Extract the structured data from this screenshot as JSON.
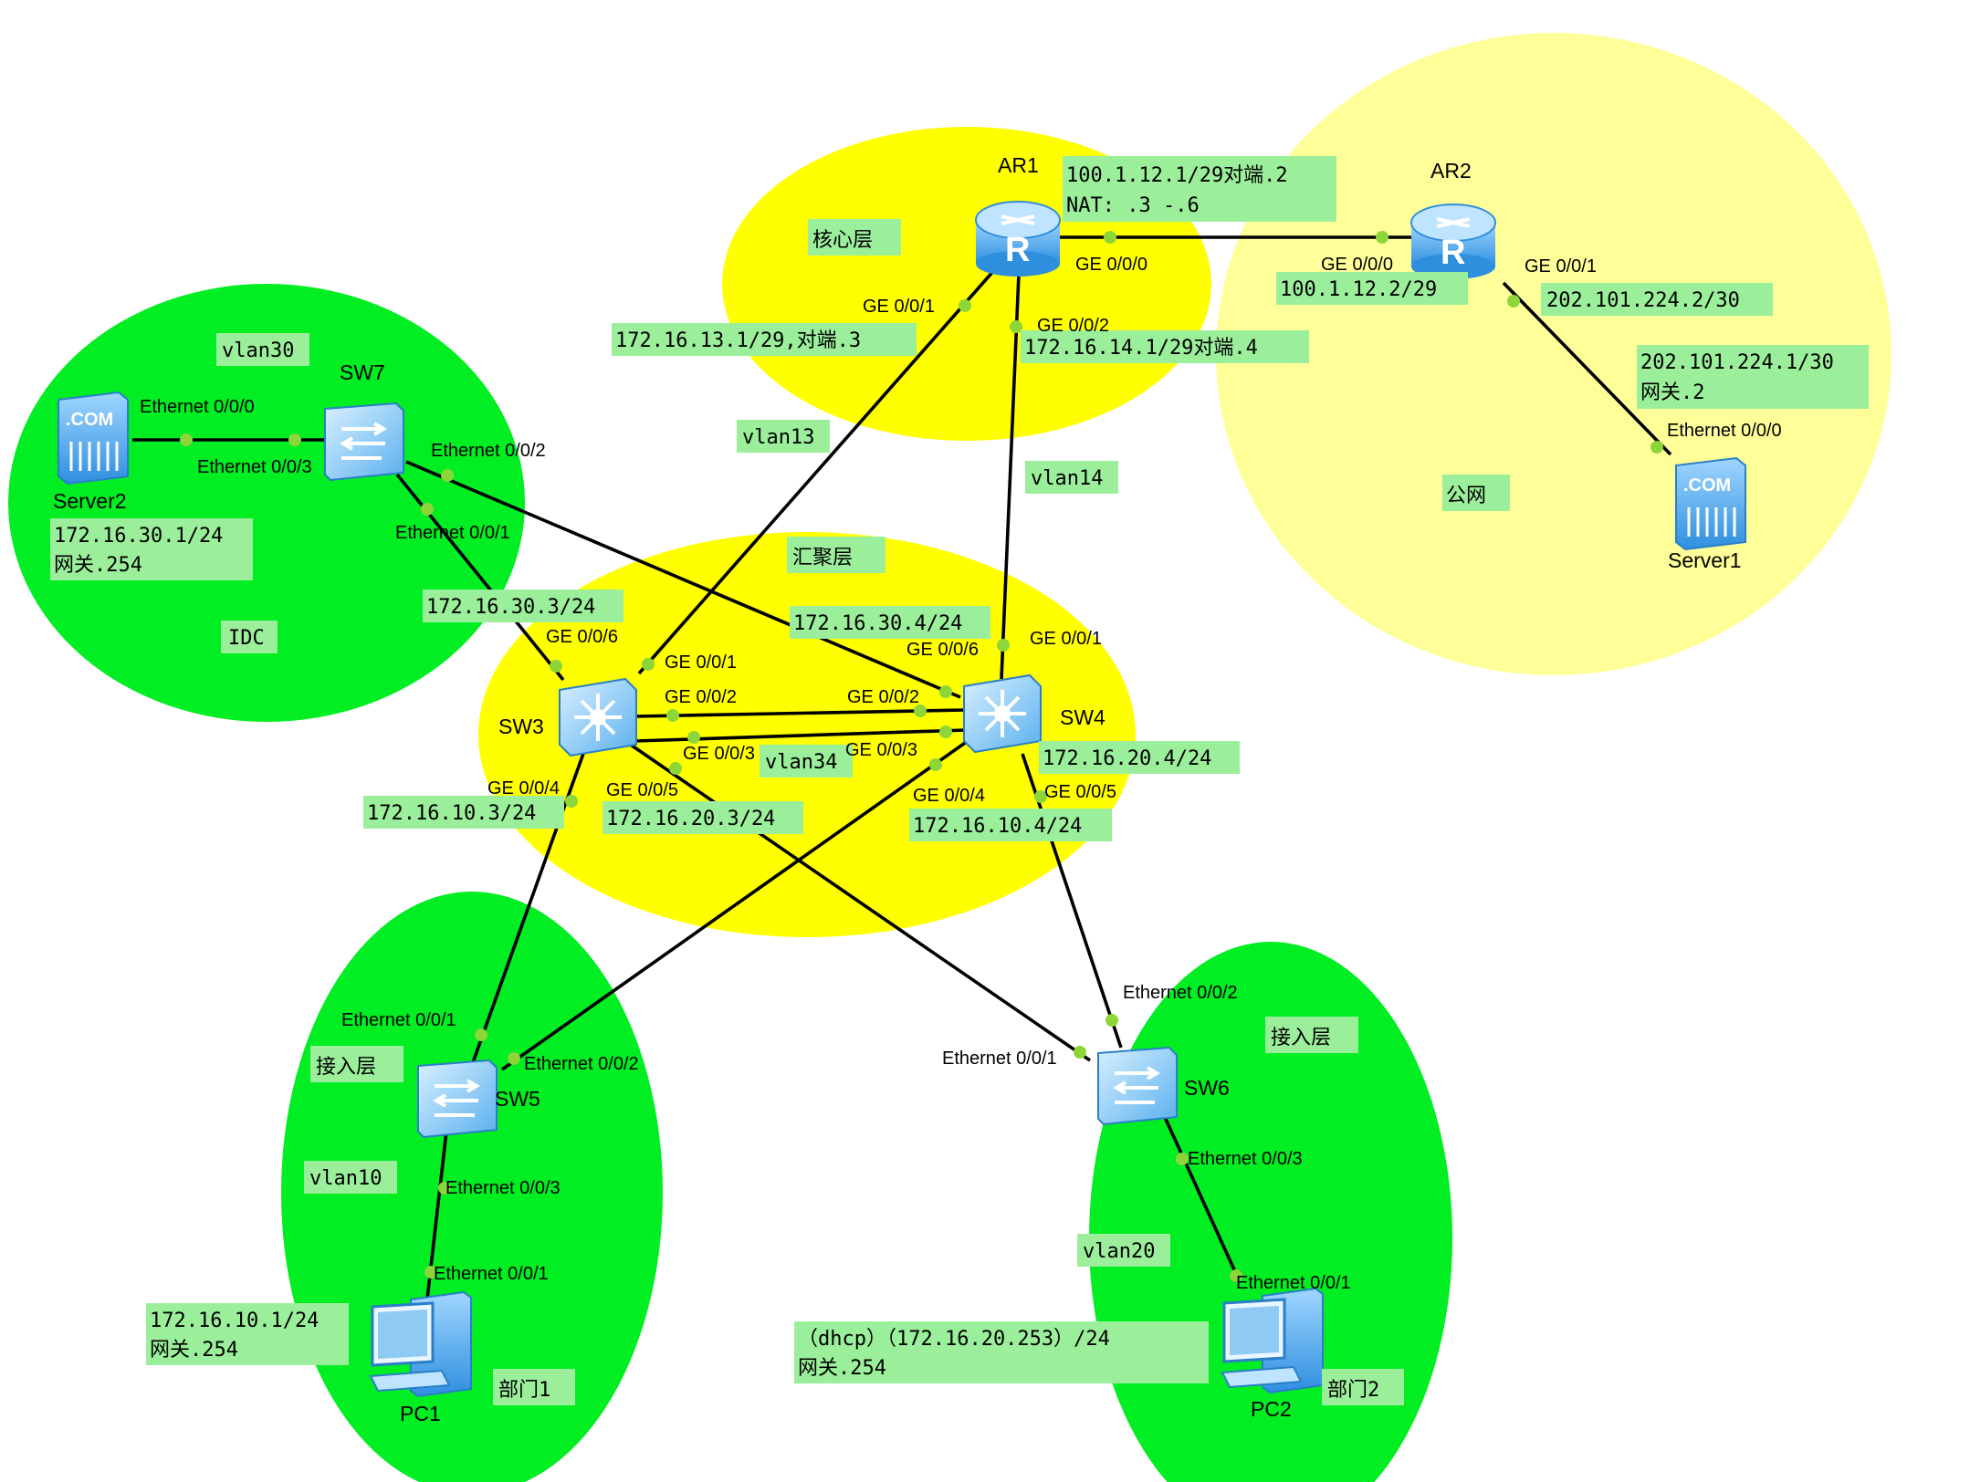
{
  "colors": {
    "yellow_region": "#ffff00",
    "light_yellow_region": "#ffff99",
    "green_region": "#00ee22",
    "label_fill": "#9bef9b",
    "link": "#000000",
    "port_dot": "#8cd63a",
    "device_blue": "#4aa8f0"
  },
  "regions": {
    "core": "核心层",
    "aggregation": "汇聚层",
    "public": "公网",
    "idc": "IDC",
    "access_left": "接入层",
    "access_right": "接入层",
    "dept1": "部门1",
    "dept2": "部门2"
  },
  "vlans": {
    "vlan30": "vlan30",
    "vlan13": "vlan13",
    "vlan14": "vlan14",
    "vlan34": "vlan34",
    "vlan10": "vlan10",
    "vlan20": "vlan20"
  },
  "devices": {
    "ar1": {
      "name": "AR1",
      "icon": "router-icon"
    },
    "ar2": {
      "name": "AR2",
      "icon": "router-icon"
    },
    "sw3": {
      "name": "SW3",
      "icon": "core-switch-icon"
    },
    "sw4": {
      "name": "SW4",
      "icon": "core-switch-icon"
    },
    "sw5": {
      "name": "SW5",
      "icon": "access-switch-icon"
    },
    "sw6": {
      "name": "SW6",
      "icon": "access-switch-icon"
    },
    "sw7": {
      "name": "SW7",
      "icon": "access-switch-icon"
    },
    "server1": {
      "name": "Server1",
      "icon": "server-icon"
    },
    "server2": {
      "name": "Server2",
      "icon": "server-icon"
    },
    "pc1": {
      "name": "PC1",
      "icon": "pc-icon"
    },
    "pc2": {
      "name": "PC2",
      "icon": "pc-icon"
    }
  },
  "address_labels": {
    "ar1_wan": [
      "100.1.12.1/29对端.2",
      "NAT: .3 -.6"
    ],
    "ar2_wan": [
      "100.1.12.2/29"
    ],
    "ar2_pub": [
      "202.101.224.2/30"
    ],
    "server1": [
      "202.101.224.1/30",
      "网关.2"
    ],
    "ar1_g001": [
      "172.16.13.1/29,对端.3"
    ],
    "ar1_g002": [
      "172.16.14.1/29对端.4"
    ],
    "server2": [
      "172.16.30.1/24",
      "网关.254"
    ],
    "sw3_vlan30": [
      "172.16.30.3/24"
    ],
    "sw4_vlan30": [
      "172.16.30.4/24"
    ],
    "sw4_vlan20": [
      "172.16.20.4/24"
    ],
    "sw3_vlan10": [
      "172.16.10.3/24"
    ],
    "sw3_vlan20": [
      "172.16.20.3/24"
    ],
    "sw4_vlan10": [
      "172.16.10.4/24"
    ],
    "pc1": [
      "172.16.10.1/24",
      "网关.254"
    ],
    "pc2": [
      "（dhcp）（172.16.20.253）/24",
      "网关.254"
    ]
  },
  "ports": {
    "ar1_g000": "GE 0/0/0",
    "ar2_g000": "GE 0/0/0",
    "ar2_g001": "GE 0/0/1",
    "ar1_g001": "GE 0/0/1",
    "ar1_g002": "GE 0/0/2",
    "server1_e000": "Ethernet 0/0/0",
    "server2_e000": "Ethernet 0/0/0",
    "sw7_e003": "Ethernet 0/0/3",
    "sw7_e002": "Ethernet 0/0/2",
    "sw7_e001": "Ethernet 0/0/1",
    "sw3_g006": "GE 0/0/6",
    "sw3_g001": "GE 0/0/1",
    "sw3_g002": "GE 0/0/2",
    "sw3_g003": "GE 0/0/3",
    "sw3_g004": "GE 0/0/4",
    "sw3_g005": "GE 0/0/5",
    "sw4_g006": "GE 0/0/6",
    "sw4_g001": "GE 0/0/1",
    "sw4_g002": "GE 0/0/2",
    "sw4_g003": "GE 0/0/3",
    "sw4_g004": "GE 0/0/4",
    "sw4_g005": "GE 0/0/5",
    "sw5_e001": "Ethernet 0/0/1",
    "sw5_e002": "Ethernet 0/0/2",
    "sw5_e003": "Ethernet 0/0/3",
    "pc1_e001": "Ethernet 0/0/1",
    "sw6_e002": "Ethernet 0/0/2",
    "sw6_e001": "Ethernet 0/0/1",
    "sw6_e003": "Ethernet 0/0/3",
    "pc2_e001": "Ethernet 0/0/1"
  }
}
